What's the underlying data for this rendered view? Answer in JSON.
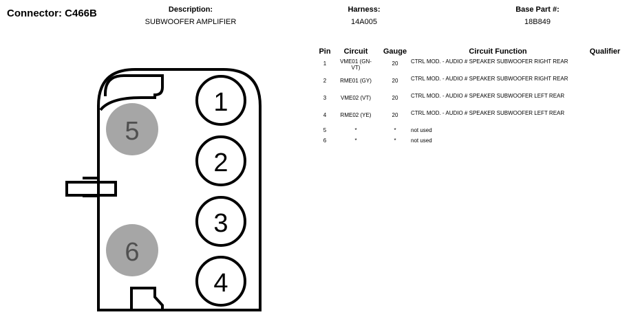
{
  "connector": {
    "title": "Connector: C466B"
  },
  "header": {
    "description_label": "Description:",
    "description_value": "SUBWOOFER AMPLIFIER",
    "harness_label": "Harness:",
    "harness_value": "14A005",
    "base_part_label": "Base Part #:",
    "base_part_value": "18B849"
  },
  "table": {
    "headers": {
      "pin": "Pin",
      "circuit": "Circuit",
      "gauge": "Gauge",
      "function": "Circuit Function",
      "qualifier": "Qualifier"
    },
    "rows": [
      {
        "pin": "1",
        "circuit": "VME01 (GN-VT)",
        "gauge": "20",
        "function": "CTRL MOD. - AUDIO # SPEAKER SUBWOOFER RIGHT REAR"
      },
      {
        "pin": "2",
        "circuit": "RME01 (GY)",
        "gauge": "20",
        "function": "CTRL MOD. - AUDIO # SPEAKER SUBWOOFER RIGHT REAR"
      },
      {
        "pin": "3",
        "circuit": "VME02 (VT)",
        "gauge": "20",
        "function": "CTRL MOD. - AUDIO # SPEAKER SUBWOOFER LEFT REAR"
      },
      {
        "pin": "4",
        "circuit": "RME02 (YE)",
        "gauge": "20",
        "function": "CTRL MOD. - AUDIO # SPEAKER SUBWOOFER LEFT REAR"
      },
      {
        "pin": "5",
        "circuit": "*",
        "gauge": "*",
        "function": "not used"
      },
      {
        "pin": "6",
        "circuit": "*",
        "gauge": "*",
        "function": "not used"
      }
    ]
  },
  "diagram": {
    "pins": [
      {
        "label": "1",
        "used": true
      },
      {
        "label": "2",
        "used": true
      },
      {
        "label": "3",
        "used": true
      },
      {
        "label": "4",
        "used": true
      },
      {
        "label": "5",
        "used": false
      },
      {
        "label": "6",
        "used": false
      }
    ],
    "colors": {
      "outline": "#000000",
      "unused_pin": "#a6a6a6",
      "unused_pin_text": "#505050",
      "used_pin_fill": "#ffffff"
    }
  }
}
